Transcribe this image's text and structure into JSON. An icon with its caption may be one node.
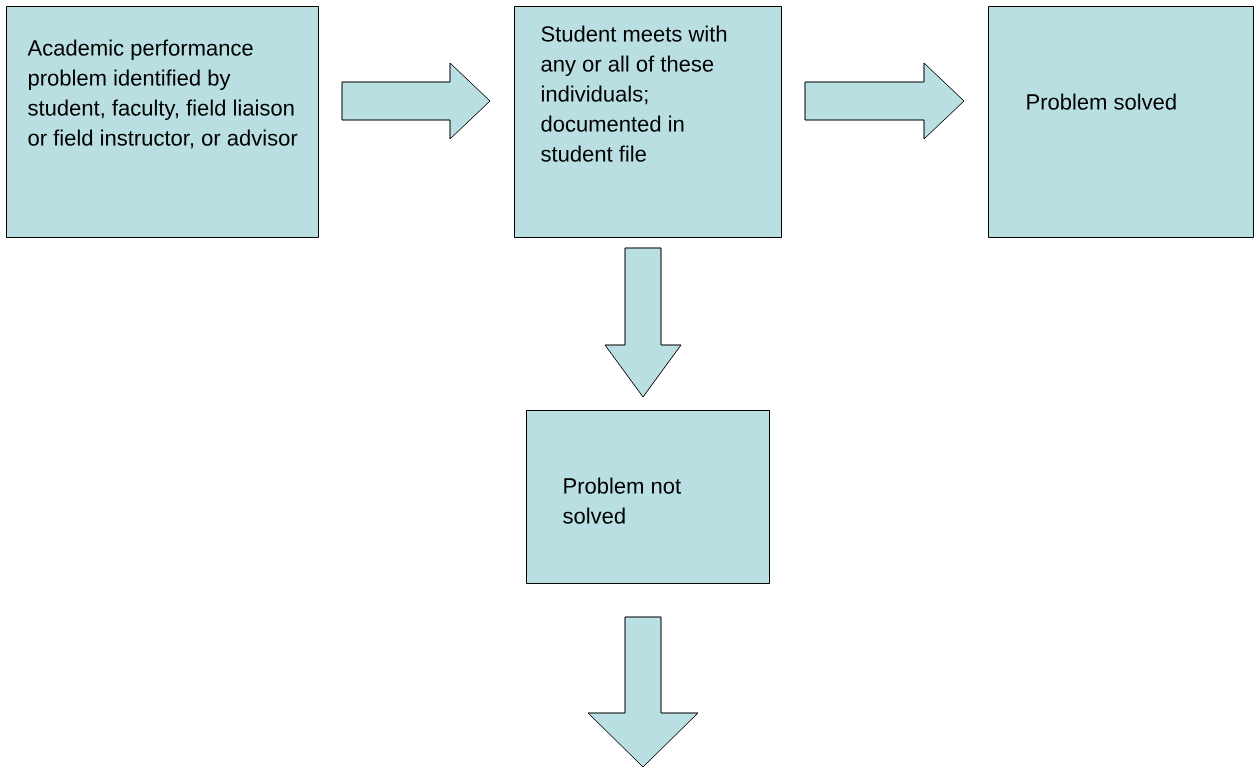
{
  "diagram": {
    "nodes": [
      {
        "text": [
          "Academic performance problem identified by student, faculty, field liaison or field instructor, or advisor"
        ]
      },
      {
        "text": [
          "Student meets with any or all of these individuals; documented in student file"
        ]
      },
      {
        "text": [
          "Problem solved"
        ]
      },
      {
        "text": [
          "Problem not solved"
        ]
      }
    ],
    "edges": [
      {
        "from": 0,
        "to": 1,
        "arrow": "to"
      },
      {
        "from": 1,
        "to": 2,
        "arrow": "to"
      },
      {
        "from": 1,
        "to": 3,
        "arrow": "to"
      },
      {
        "from": 3,
        "to": null,
        "arrow": "to"
      }
    ]
  }
}
